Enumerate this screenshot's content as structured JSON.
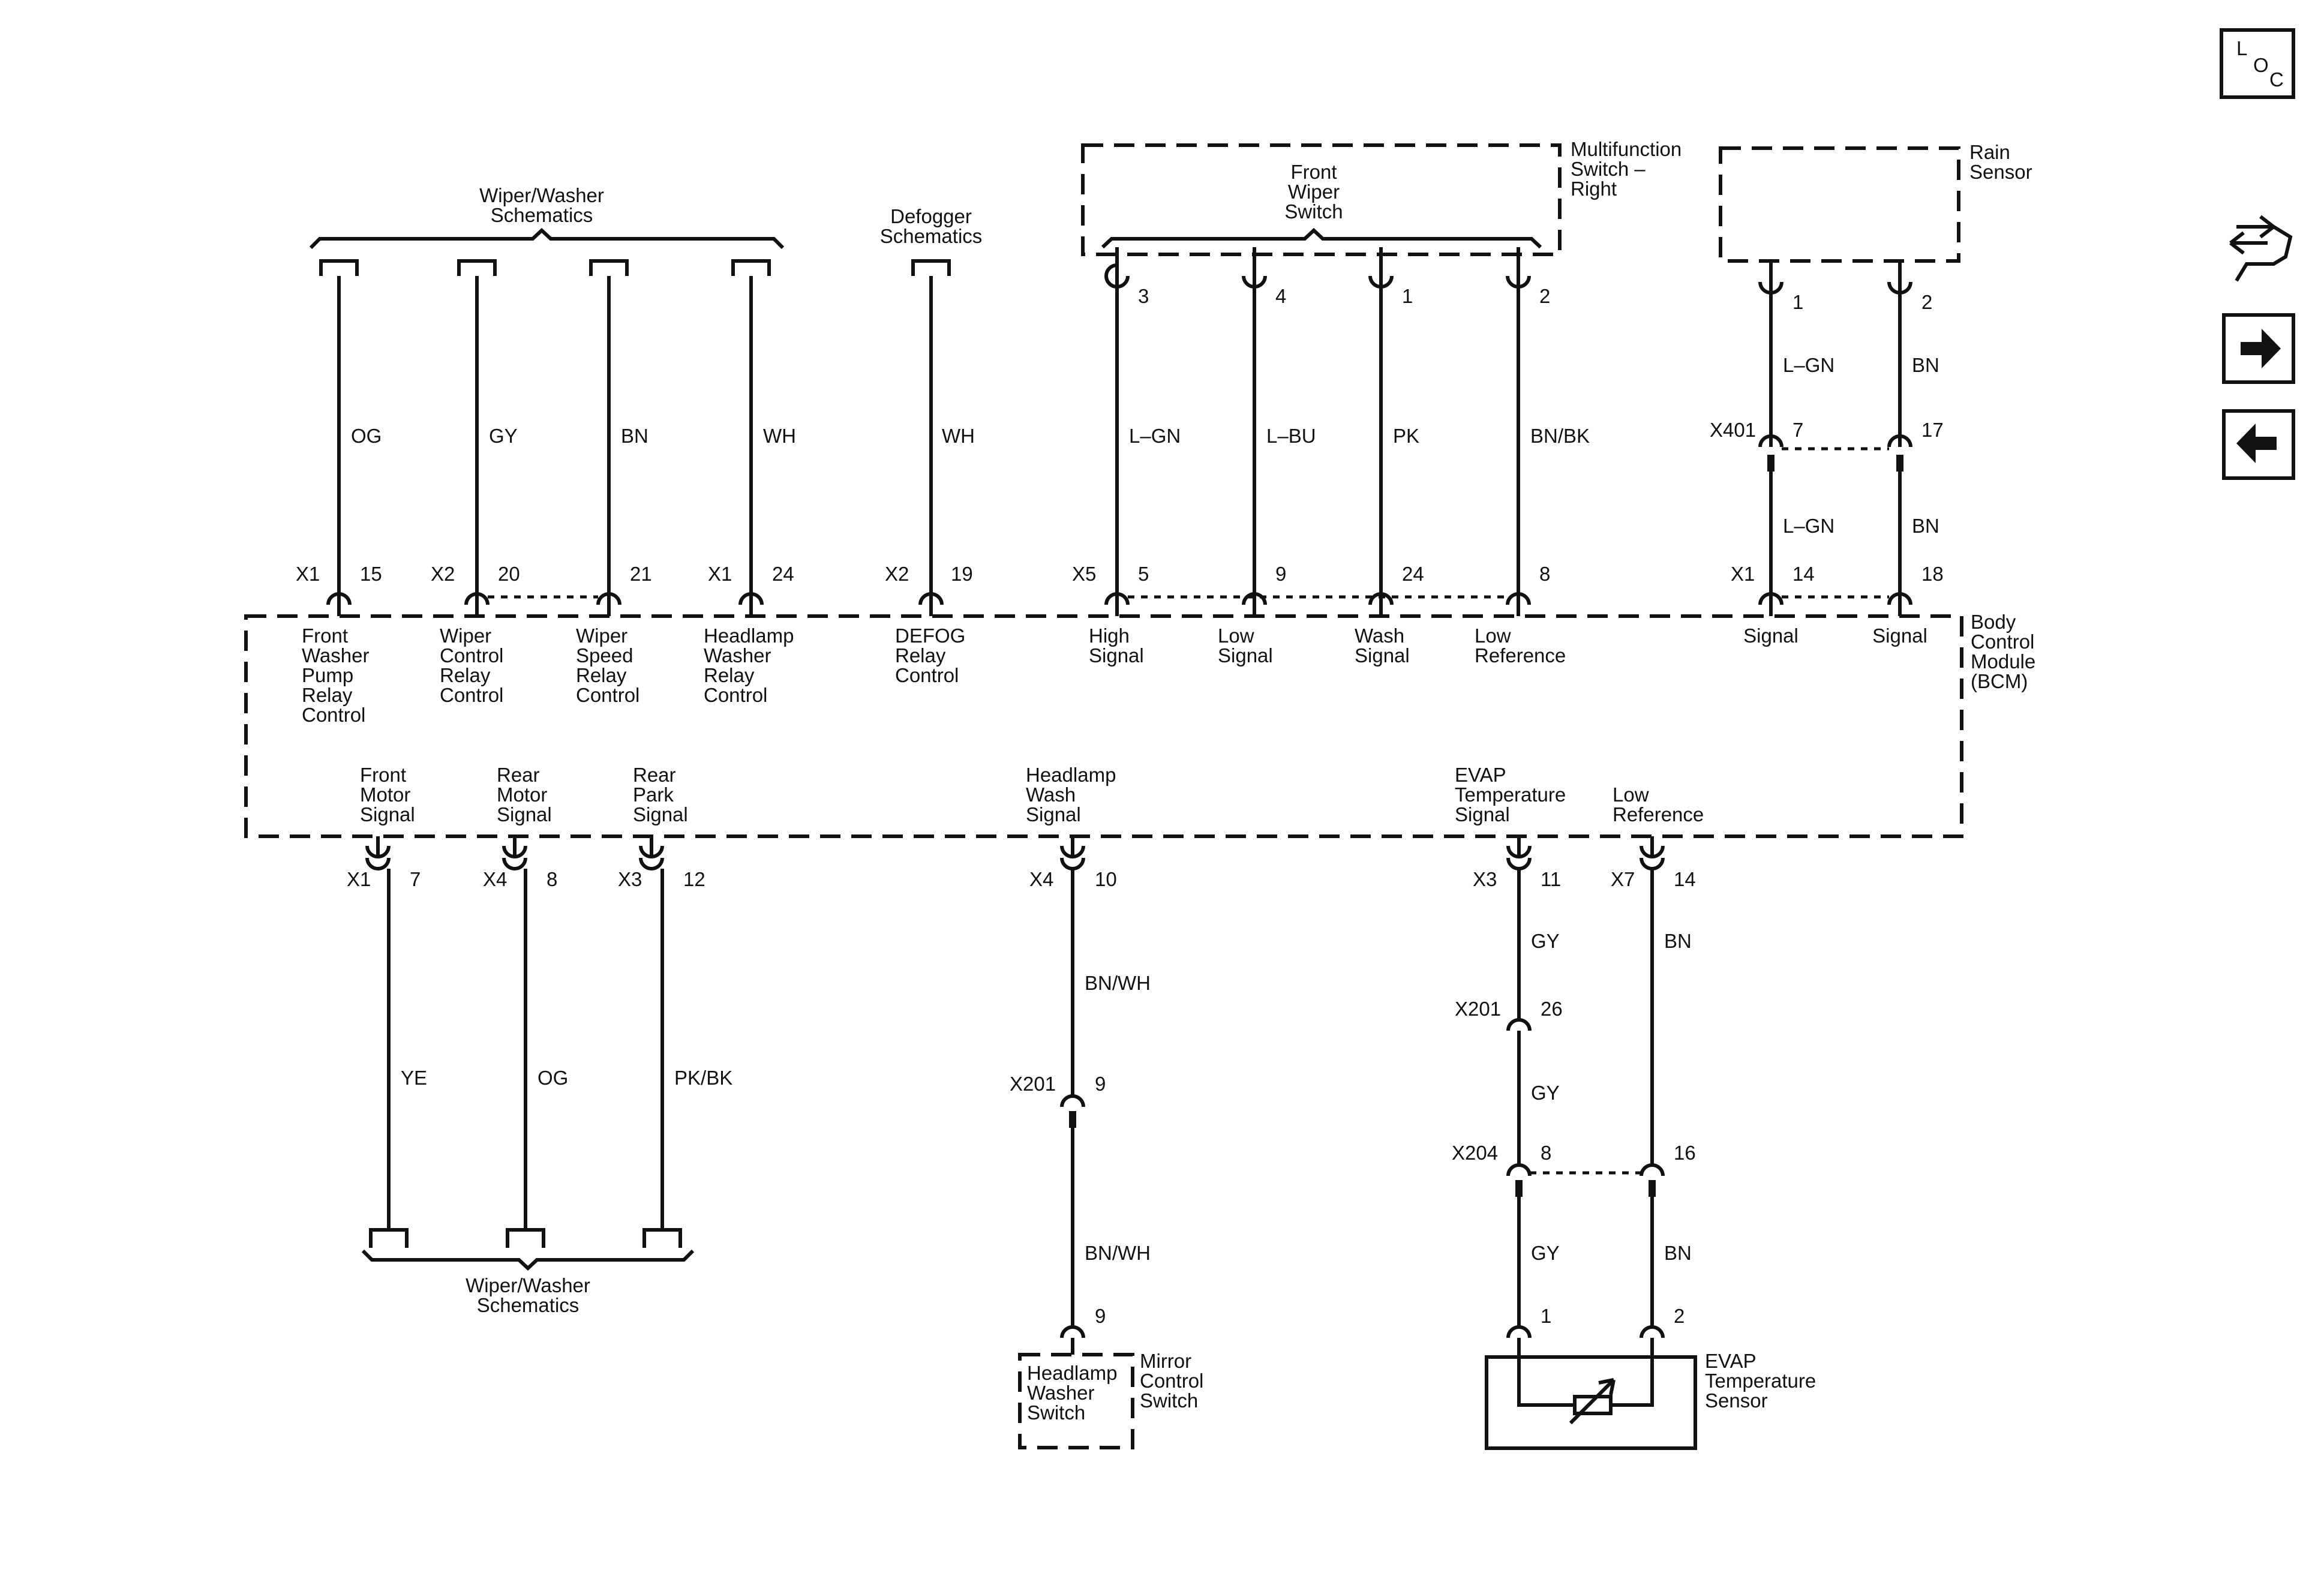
{
  "loc_icon": {
    "l": "L",
    "o": "O",
    "c": "C"
  },
  "side_icons": [
    "wrench-arrows-icon",
    "arrow-right-icon",
    "arrow-left-icon"
  ],
  "bcm": {
    "name": [
      "Body",
      "Control",
      "Module",
      "(BCM)"
    ]
  },
  "top_groups": {
    "wiper_washer": [
      "Wiper/Washer",
      "Schematics"
    ],
    "defogger": [
      "Defogger",
      "Schematics"
    ],
    "multifunction": [
      "Multifunction",
      "Switch –",
      "Right"
    ],
    "front_wiper_switch": [
      "Front",
      "Wiper",
      "Switch"
    ],
    "rain_sensor": [
      "Rain",
      "Sensor"
    ]
  },
  "top_wires": [
    {
      "color": "OG",
      "conn": "X1",
      "pin": "15",
      "func": [
        "Front",
        "Washer",
        "Pump",
        "Relay",
        "Control"
      ]
    },
    {
      "color": "GY",
      "conn": "X2",
      "pin": "20",
      "func": [
        "Wiper",
        "Control",
        "Relay",
        "Control"
      ]
    },
    {
      "color": "BN",
      "conn": "",
      "pin": "21",
      "func": [
        "Wiper",
        "Speed",
        "Relay",
        "Control"
      ]
    },
    {
      "color": "WH",
      "conn": "X1",
      "pin": "24",
      "func": [
        "Headlamp",
        "Washer",
        "Relay",
        "Control"
      ]
    },
    {
      "color": "WH",
      "conn": "X2",
      "pin": "19",
      "func": [
        "DEFOG",
        "Relay",
        "Control"
      ]
    },
    {
      "color": "L–GN",
      "conn": "X5",
      "pin": "5",
      "top_pin": "3",
      "func": [
        "High",
        "Signal"
      ]
    },
    {
      "color": "L–BU",
      "conn": "",
      "pin": "9",
      "top_pin": "4",
      "func": [
        "Low",
        "Signal"
      ]
    },
    {
      "color": "PK",
      "conn": "",
      "pin": "24",
      "top_pin": "1",
      "func": [
        "Wash",
        "Signal"
      ]
    },
    {
      "color": "BN/BK",
      "conn": "",
      "pin": "8",
      "top_pin": "2",
      "func": [
        "Low",
        "Reference"
      ]
    }
  ],
  "rain_wires": [
    {
      "top_pin": "1",
      "upper_color": "L–GN",
      "inline_conn": "X401",
      "inline_pin": "7",
      "lower_color": "L–GN",
      "conn": "X1",
      "pin": "14",
      "func": "Signal"
    },
    {
      "top_pin": "2",
      "upper_color": "BN",
      "inline_conn": "",
      "inline_pin": "17",
      "lower_color": "BN",
      "conn": "",
      "pin": "18",
      "func": "Signal"
    }
  ],
  "bottom_wires": [
    {
      "func": [
        "Front",
        "Motor",
        "Signal"
      ],
      "conn": "X1",
      "pin": "7",
      "color": "YE"
    },
    {
      "func": [
        "Rear",
        "Motor",
        "Signal"
      ],
      "conn": "X4",
      "pin": "8",
      "color": "OG"
    },
    {
      "func": [
        "Rear",
        "Park",
        "Signal"
      ],
      "conn": "X3",
      "pin": "12",
      "color": "PK/BK"
    }
  ],
  "bottom_group": [
    "Wiper/Washer",
    "Schematics"
  ],
  "headlamp_wash": {
    "func": [
      "Headlamp",
      "Wash",
      "Signal"
    ],
    "conn": "X4",
    "pin": "10",
    "color1": "BN/WH",
    "inline_conn": "X201",
    "inline_pin": "9",
    "color2": "BN/WH",
    "switch_pin": "9",
    "switch_name": [
      "Headlamp",
      "Washer",
      "Switch"
    ],
    "switch_group": [
      "Mirror",
      "Control",
      "Switch"
    ]
  },
  "evap": {
    "func1": [
      "EVAP",
      "Temperature",
      "Signal"
    ],
    "func2": [
      "Low",
      "Reference"
    ],
    "conn1": "X3",
    "pin1": "11",
    "conn2": "X7",
    "pin2": "14",
    "color_a1": "GY",
    "color_b1": "BN",
    "inline1_conn": "X201",
    "inline1_pin": "26",
    "color_a2": "GY",
    "inline2_conn": "X204",
    "inline2_pin_a": "8",
    "inline2_pin_b": "16",
    "color_a3": "GY",
    "color_b3": "BN",
    "sensor_pin_a": "1",
    "sensor_pin_b": "2",
    "sensor_name": [
      "EVAP",
      "Temperature",
      "Sensor"
    ]
  }
}
